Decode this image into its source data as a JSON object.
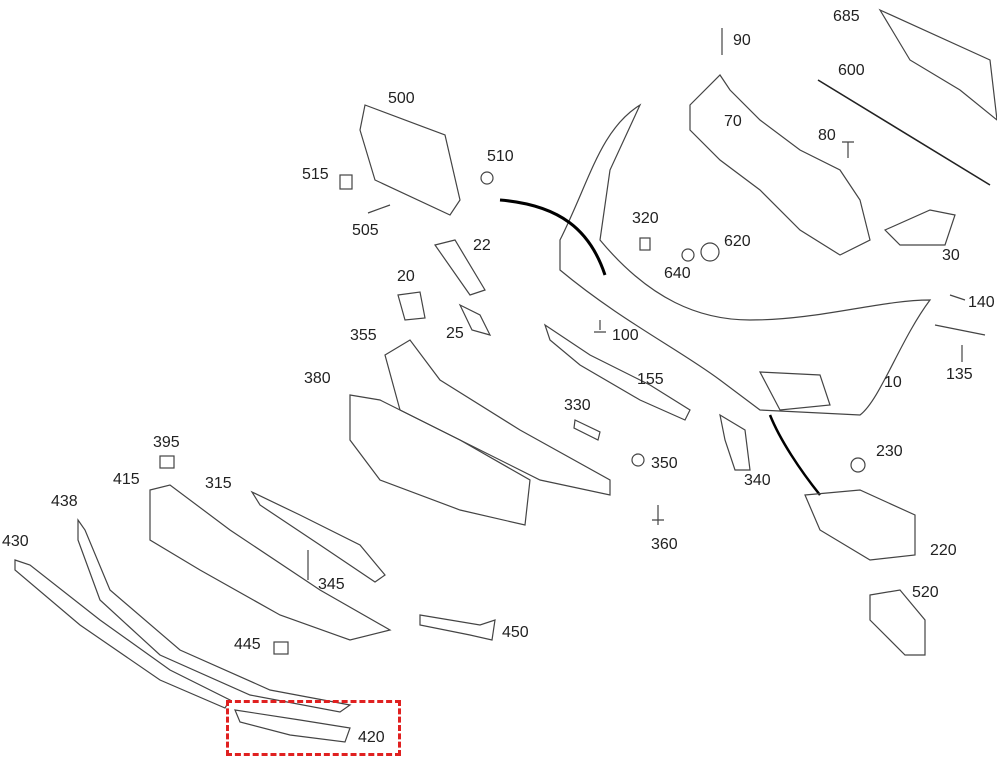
{
  "diagram": {
    "highlight_color": "#e02020",
    "highlighted_part": "420",
    "labels": [
      "685",
      "90",
      "600",
      "500",
      "70",
      "80",
      "510",
      "515",
      "505",
      "320",
      "22",
      "620",
      "30",
      "640",
      "20",
      "140",
      "25",
      "100",
      "355",
      "135",
      "380",
      "155",
      "10",
      "330",
      "395",
      "230",
      "350",
      "415",
      "315",
      "340",
      "438",
      "430",
      "360",
      "220",
      "345",
      "520",
      "450",
      "445",
      "420"
    ]
  }
}
